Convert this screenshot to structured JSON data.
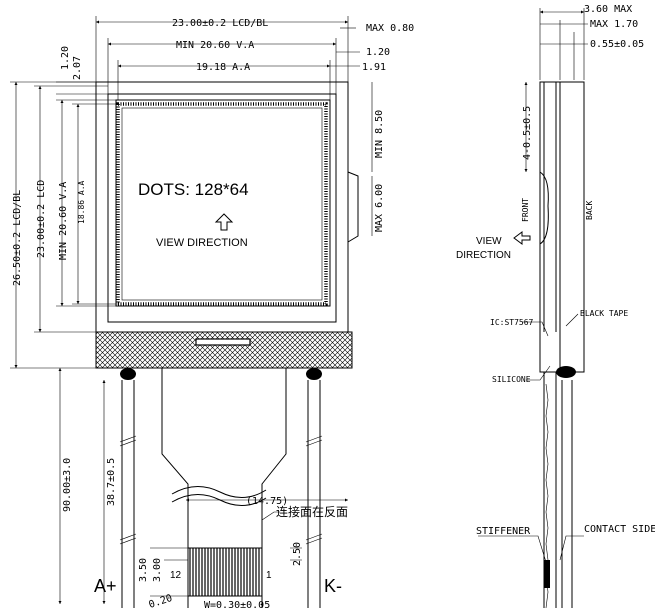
{
  "front_view": {
    "dims": {
      "lcd_bl_width": "23.00±0.2 LCD/BL",
      "max_0_80": "MAX 0.80",
      "va_width": "MIN 20.60 V.A",
      "gap_1_20_top": "1.20",
      "gap_1_20_left": "1.20",
      "gap_2_07": "2.07",
      "aa_width": "19.18 A.A",
      "gap_1_91": "1.91",
      "min_8_50": "MIN 8.50",
      "max_6_00": "MAX 6.00",
      "lcd_bl_height": "26.50±0.2 LCD/BL",
      "lcd_height": "23.00±0.2 LCD",
      "va_height": "MIN 20.60 V.A",
      "aa_height": "18.86 A.A",
      "total_lead": "90.00±3.0",
      "lead_38_7": "38.7±0.5",
      "fpc_14_75": "(14.75)",
      "d_3_50": "3.50",
      "d_3_00": "3.00",
      "d_2_50": "2.50",
      "d_0_20": "0.20",
      "d_0_30": "W=0.30±0.05"
    },
    "texts": {
      "dots": "DOTS: 128*64",
      "view_direction": "VIEW DIRECTION",
      "connect_note": "连接面在反面",
      "pin_12": "12",
      "pin_1": "1",
      "a_plus": "A+",
      "k_minus": "K-"
    }
  },
  "side_view": {
    "dims": {
      "max_3_60": "3.60 MAX",
      "max_1_70": "MAX 1.70",
      "d_0_55": "0.55±0.05",
      "d_4_0_5": "4-0.5±0.5"
    },
    "texts": {
      "front": "FRONT",
      "back": "BACK",
      "view": "VIEW",
      "direction": "DIRECTION",
      "ic": "IC:ST7567",
      "black_tape": "BLACK TAPE",
      "silicone": "SILICONE",
      "stiffener": "STIFFENER",
      "contact_side": "CONTACT SIDE"
    }
  }
}
